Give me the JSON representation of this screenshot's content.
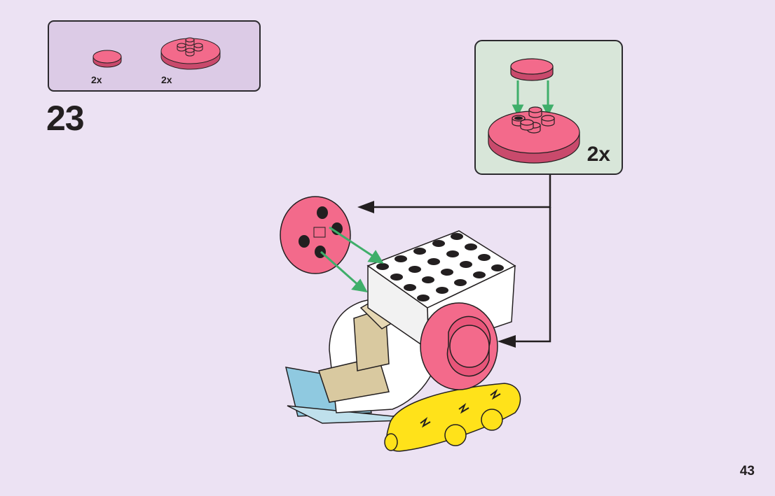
{
  "parts_list": {
    "items": [
      {
        "icon": "pink-round-tile-1x1-icon",
        "quantity": "2x"
      },
      {
        "icon": "pink-round-plate-2x2-icon",
        "quantity": "2x"
      }
    ]
  },
  "step": {
    "number": "23"
  },
  "sub_assembly": {
    "quantity": "2x"
  },
  "page": {
    "number": "43"
  },
  "colors": {
    "background": "#ece2f3",
    "parts_box": "#dccbe6",
    "sub_assembly_box": "#d8e6d9",
    "pink": "#f36a8b",
    "arrow_green": "#3fae6a",
    "yellow": "#ffe21a",
    "tan": "#d9c9a0",
    "light_blue": "#8fc9e0"
  }
}
